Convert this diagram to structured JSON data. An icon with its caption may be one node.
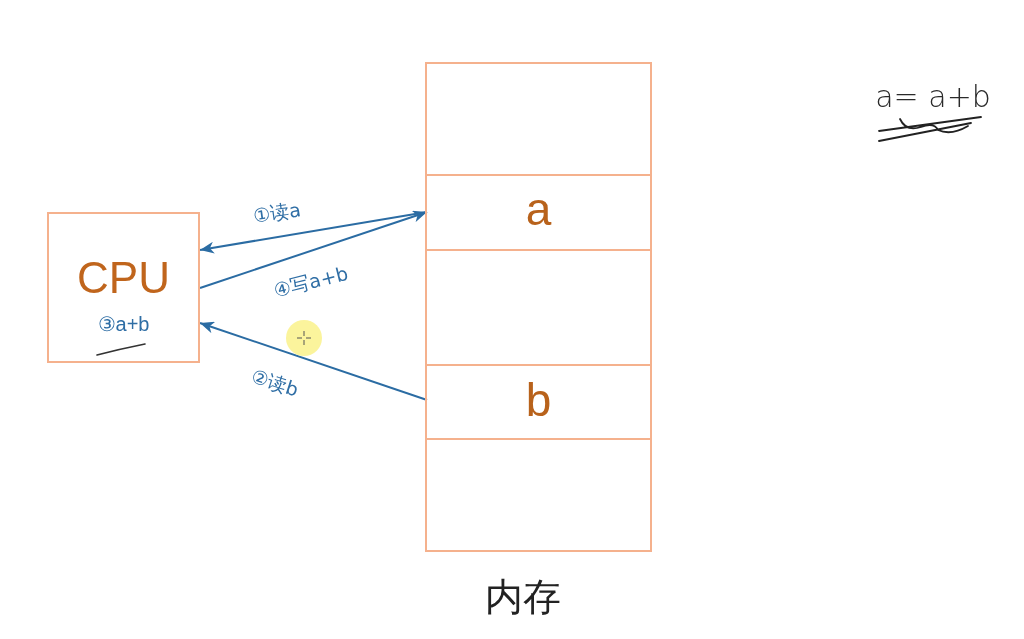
{
  "diagram": {
    "nodes": [
      {
        "text": [
          "CPU",
          "③a+b"
        ]
      },
      {
        "text": [],
        "shape": "box",
        "beside": [
          "内存"
        ]
      },
      {
        "text": [],
        "shape": "box",
        "in": 1
      },
      {
        "text": [
          "a"
        ],
        "in": 1
      },
      {
        "text": [],
        "shape": "box",
        "in": 1
      },
      {
        "text": [
          "b"
        ],
        "in": 1
      },
      {
        "text": [],
        "shape": "box",
        "in": 1
      }
    ],
    "edges": [
      {
        "from": 3,
        "to": 0,
        "arrow": "to",
        "label": "①读a"
      },
      {
        "from": 0,
        "to": 3,
        "arrow": "to",
        "label": "④写a+b"
      },
      {
        "from": 5,
        "to": 0,
        "arrow": "to",
        "label": "②读b"
      }
    ],
    "labels": [
      "a= a+b"
    ]
  }
}
